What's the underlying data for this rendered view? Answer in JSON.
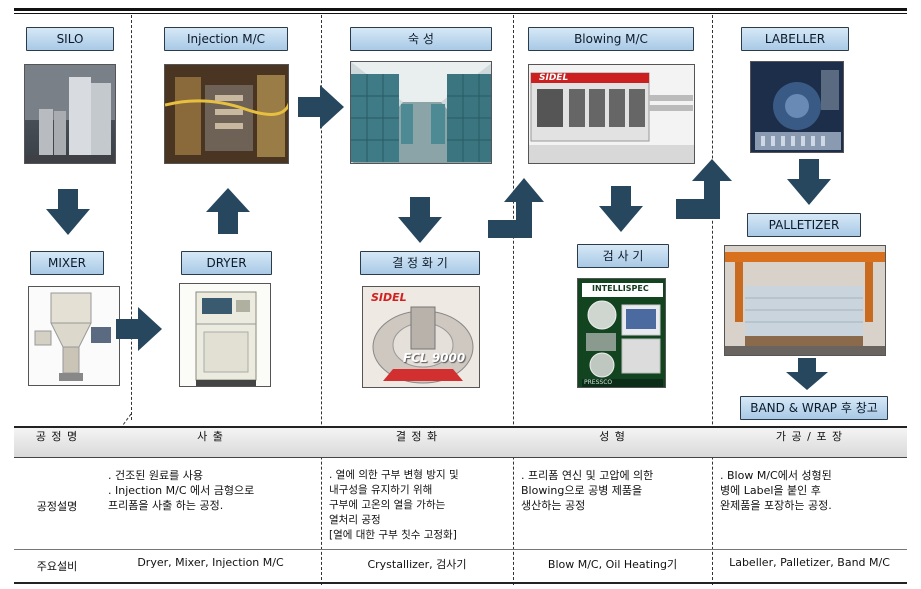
{
  "steps": {
    "silo": "SILO",
    "injection": "Injection M/C",
    "aging": "숙  성",
    "blowing": "Blowing M/C",
    "labeller": "LABELLER",
    "mixer": "MIXER",
    "dryer": "DRYER",
    "crystallizer": "결 정 화 기",
    "inspection": "검 사 기",
    "palletizer": "PALLETIZER",
    "band_wrap": "BAND & WRAP 후 창고"
  },
  "photo_text": {
    "sidel_blow": "SIDEL",
    "sidel_cryst": "SIDEL",
    "fcl": "FCL 9000",
    "intellispec": "INTELLISPEC",
    "pressco": "PRESSCO"
  },
  "table": {
    "headers": [
      "공 정 명",
      "사     출",
      "결   정   화",
      "성     형",
      "가 공  /  포 장"
    ],
    "row_desc_label": "공정설명",
    "desc": [
      [
        ". 건조된 원료를 사용",
        ". Injection M/C 에서 금형으로",
        "  프리폼을 사출 하는 공정."
      ],
      [
        ". 열에 의한 구부 변형 방지 및",
        "  내구성을 유지하기 위해",
        "  구부에 고온의 열을 가하는",
        "  열처리 공정",
        "  [열에 대한 구부 칫수 고정화]"
      ],
      [
        ". 프리폼 연신 및 고압에 의한",
        "  Blowing으로 공병 제품을",
        "  생산하는 공정"
      ],
      [
        ". Blow M/C에서 성형된",
        "  병에 Label을 붙인 후",
        "  완제품을 포장하는 공정."
      ]
    ],
    "row_eq_label": "주요설비",
    "equipment": [
      "Dryer, Mixer,  Injection M/C",
      "Crystallizer, 검사기",
      "Blow M/C, Oil Heating기",
      "Labeller, Palletizer, Band M/C"
    ]
  },
  "colors": {
    "arrow": "#27475f",
    "label_top": "#d6e8f6",
    "label_bottom": "#a9c9e6"
  }
}
